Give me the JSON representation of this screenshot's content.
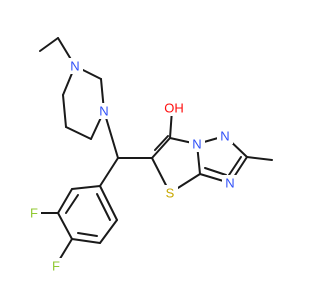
{
  "molecule": {
    "atoms": {
      "N_pip_top": {
        "label": "N",
        "color": "#3050f8"
      },
      "N_pip_bottom": {
        "label": "N",
        "color": "#3050f8"
      },
      "O_hydroxyl": {
        "label": "OH",
        "color": "#ff0d0d"
      },
      "N_bridge": {
        "label": "N",
        "color": "#3050f8"
      },
      "N_triazole_top": {
        "label": "N",
        "color": "#3050f8"
      },
      "N_triazole_bottom": {
        "label": "N",
        "color": "#3050f8"
      },
      "S_thiazole": {
        "label": "S",
        "color": "#c8a800"
      },
      "F_meta": {
        "label": "F",
        "color": "#90c832"
      },
      "F_para": {
        "label": "F",
        "color": "#90c832"
      }
    },
    "bond_color": "#1a1a1a"
  }
}
